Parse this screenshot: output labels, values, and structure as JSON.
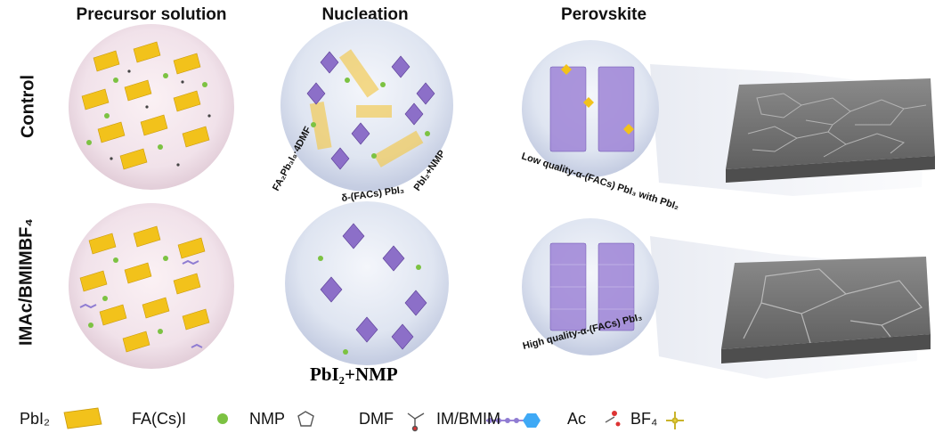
{
  "columns": {
    "precursor": "Precursor solution",
    "nucleation": "Nucleation",
    "perovskite": "Perovskite"
  },
  "rows": {
    "control": "Control",
    "additive": "IMAc/BMIMBF₄"
  },
  "control_nucleation_labels": {
    "fa": "FA₂Pb₃I₈·4DMF",
    "delta": "δ-(FACs) PbI₃",
    "pbi2nmp": "PbI₂+NMP"
  },
  "additive_nucleation_label": "PbI₂+NMP",
  "control_perovskite_label": "Low quality-α-(FACs) PbI₃ with PbI₂",
  "additive_perovskite_label": "High quality-α-(FACs) PbI₃",
  "legend": {
    "pbi2": "PbI₂",
    "facsi": "FA(Cs)I",
    "nmp": "NMP",
    "dmf": "DMF",
    "imbmim": "IM/BMIM",
    "ac": "Ac",
    "bf4": "BF₄"
  },
  "colors": {
    "pbi2_yellow": "#f2c21b",
    "octahedron_purple": "#8c6fc8",
    "facsi_green": "#7cc242",
    "film_gray": "#6f6f6f"
  }
}
